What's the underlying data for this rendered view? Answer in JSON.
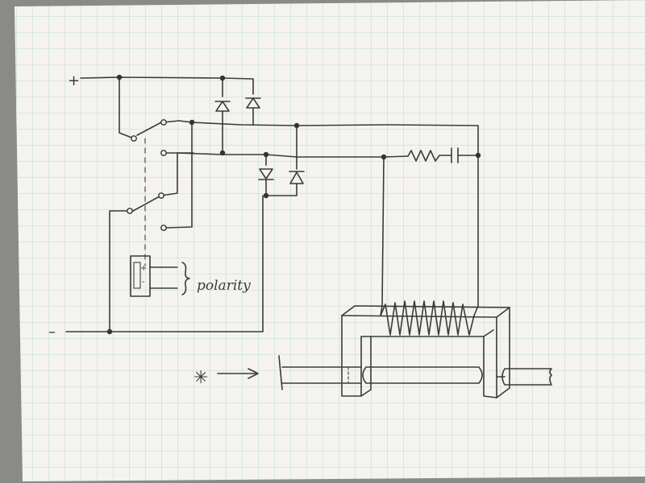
{
  "colors": {
    "paper": "#f4f3ef",
    "grid": "#a9d4cb",
    "ink": "#3a3a3a",
    "edge": "#8a8a88"
  },
  "labels": {
    "plus_terminal": "+",
    "minus_terminal": "–",
    "polarity_switch_plus": "+",
    "polarity_switch_minus": "-",
    "polarity": "polarity",
    "input_marker": "✳"
  },
  "icons": {
    "diode": "diode-symbol",
    "resistor": "resistor-symbol",
    "capacitor": "capacitor-symbol",
    "coil": "coil-winding",
    "arrow": "arrow-right"
  }
}
